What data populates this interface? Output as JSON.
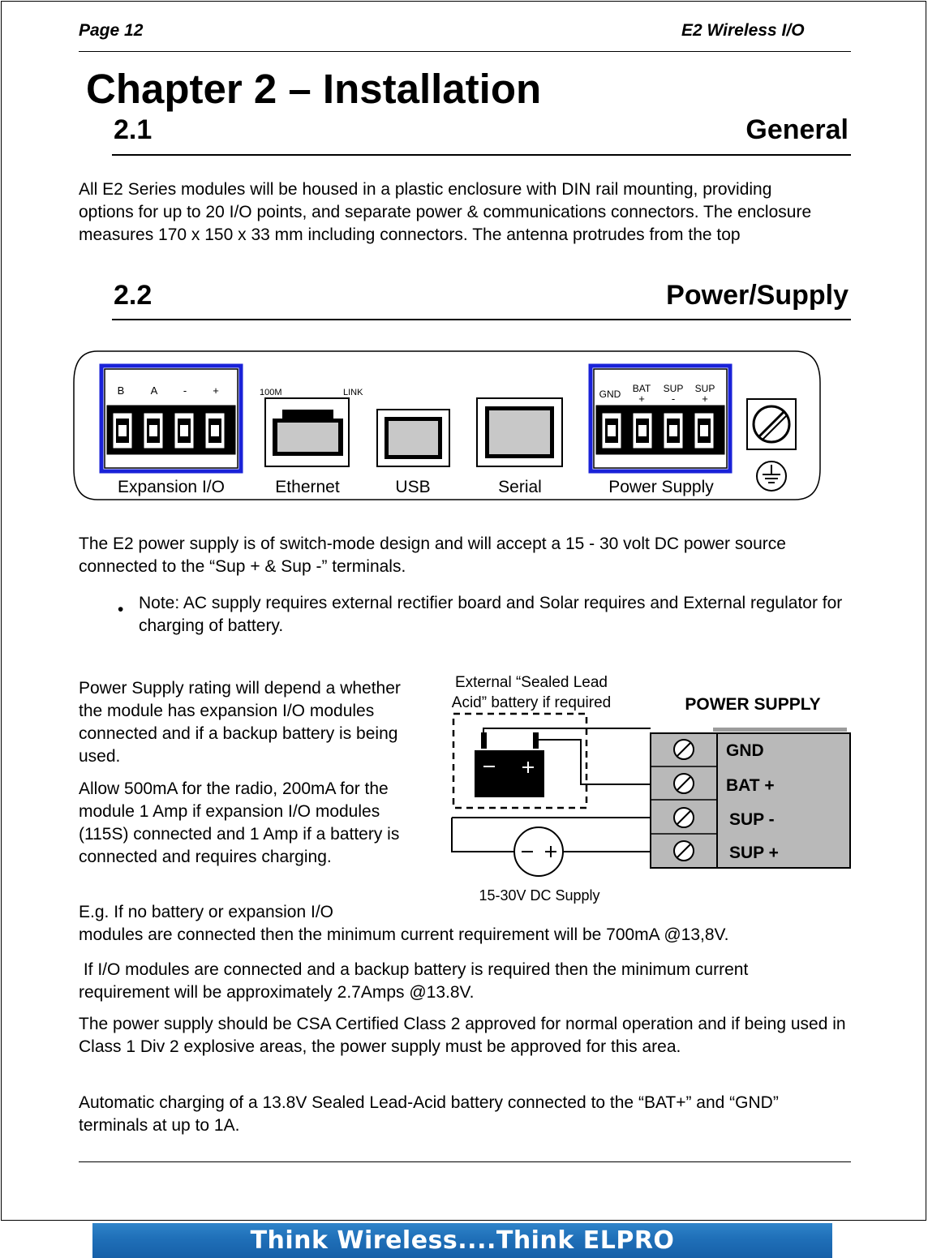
{
  "header": {
    "page": "Page 12",
    "product": "E2 Wireless I/O"
  },
  "chapter_title": "Chapter 2 – Installation",
  "section_general": {
    "number": "2.1",
    "title": "General"
  },
  "general_text": "All E2 Series modules will be housed in a plastic enclosure with DIN rail mounting, providing options for up to 20 I/O points, and separate power & communications connectors. The enclosure measures 170 x 150 x 33 mm including connectors. The antenna protrudes from the top",
  "section_power": {
    "number": "2.2",
    "title": "Power/Supply"
  },
  "panel": {
    "expansion_terms": [
      "B",
      "A",
      "-",
      "+"
    ],
    "speed_label": "100M",
    "link_label": "LINK",
    "power_top": [
      "GND",
      "BAT",
      "SUP",
      "SUP"
    ],
    "power_signs": [
      "+",
      "-",
      "+"
    ],
    "labels": [
      "Expansion I/O",
      "Ethernet",
      "USB",
      "Serial",
      "Power Supply"
    ]
  },
  "power_text": "The E2 power supply is of switch-mode design and will accept a 15 - 30 volt DC power source connected to the “Sup + & Sup -” terminals.",
  "note_text": "Note: AC supply requires external rectifier board and Solar requires and External regulator for charging of battery.",
  "rating_text": "Power Supply rating will depend a whether the module has expansion I/O modules connected and if a backup battery is being used.",
  "allow_text": "Allow 500mA for the radio, 200mA for the module 1 Amp if expansion I/O modules (115S) connected and 1 Amp if a battery is connected and requires charging.",
  "eg_text_1": "E.g. If no battery or expansion I/O",
  "eg_text_2": "modules are connected then the minimum current requirement will be 700mA @13,8V.",
  "io_text": " If I/O modules are connected and a backup battery is required then the minimum current requirement will be approximately 2.7Amps @13.8V.",
  "csa_text": "The power supply should be CSA Certified Class 2 approved for normal operation and if being used in Class 1 Div 2 explosive areas, the power supply must be approved for this area.",
  "charging_text": "Automatic charging of a 13.8V Sealed Lead-Acid battery connected to the “BAT+” and “GND” terminals at up to 1A.",
  "diagram": {
    "battery_caption_1": "External “Sealed Lead",
    "battery_caption_2": "Acid” battery if required",
    "title": "POWER SUPPLY",
    "terminals": [
      "GND",
      "BAT +",
      "SUP -",
      "SUP +"
    ],
    "supply_caption": "15-30V DC Supply"
  },
  "footer": "Think Wireless....Think ELPRO"
}
